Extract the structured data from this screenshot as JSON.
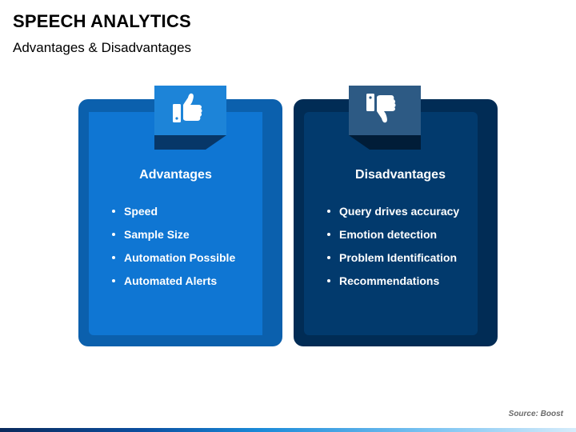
{
  "header": {
    "title": "SPEECH ANALYTICS",
    "subtitle": "Advantages & Disadvantages"
  },
  "advantages": {
    "heading": "Advantages",
    "icon": "thumbs-up-icon",
    "items": [
      "Speed",
      "Sample Size",
      "Automation Possible",
      "Automated Alerts"
    ]
  },
  "disadvantages": {
    "heading": "Disadvantages",
    "icon": "thumbs-down-icon",
    "items": [
      "Query drives accuracy",
      "Emotion detection",
      "Problem Identification",
      "Recommendations"
    ]
  },
  "footer": {
    "source": "Source: Boost"
  },
  "colors": {
    "advantages_outer": "#0b60ad",
    "advantages_inner": "#0f76d3",
    "disadvantages_outer": "#012c55",
    "disadvantages_inner": "#023a6d"
  }
}
